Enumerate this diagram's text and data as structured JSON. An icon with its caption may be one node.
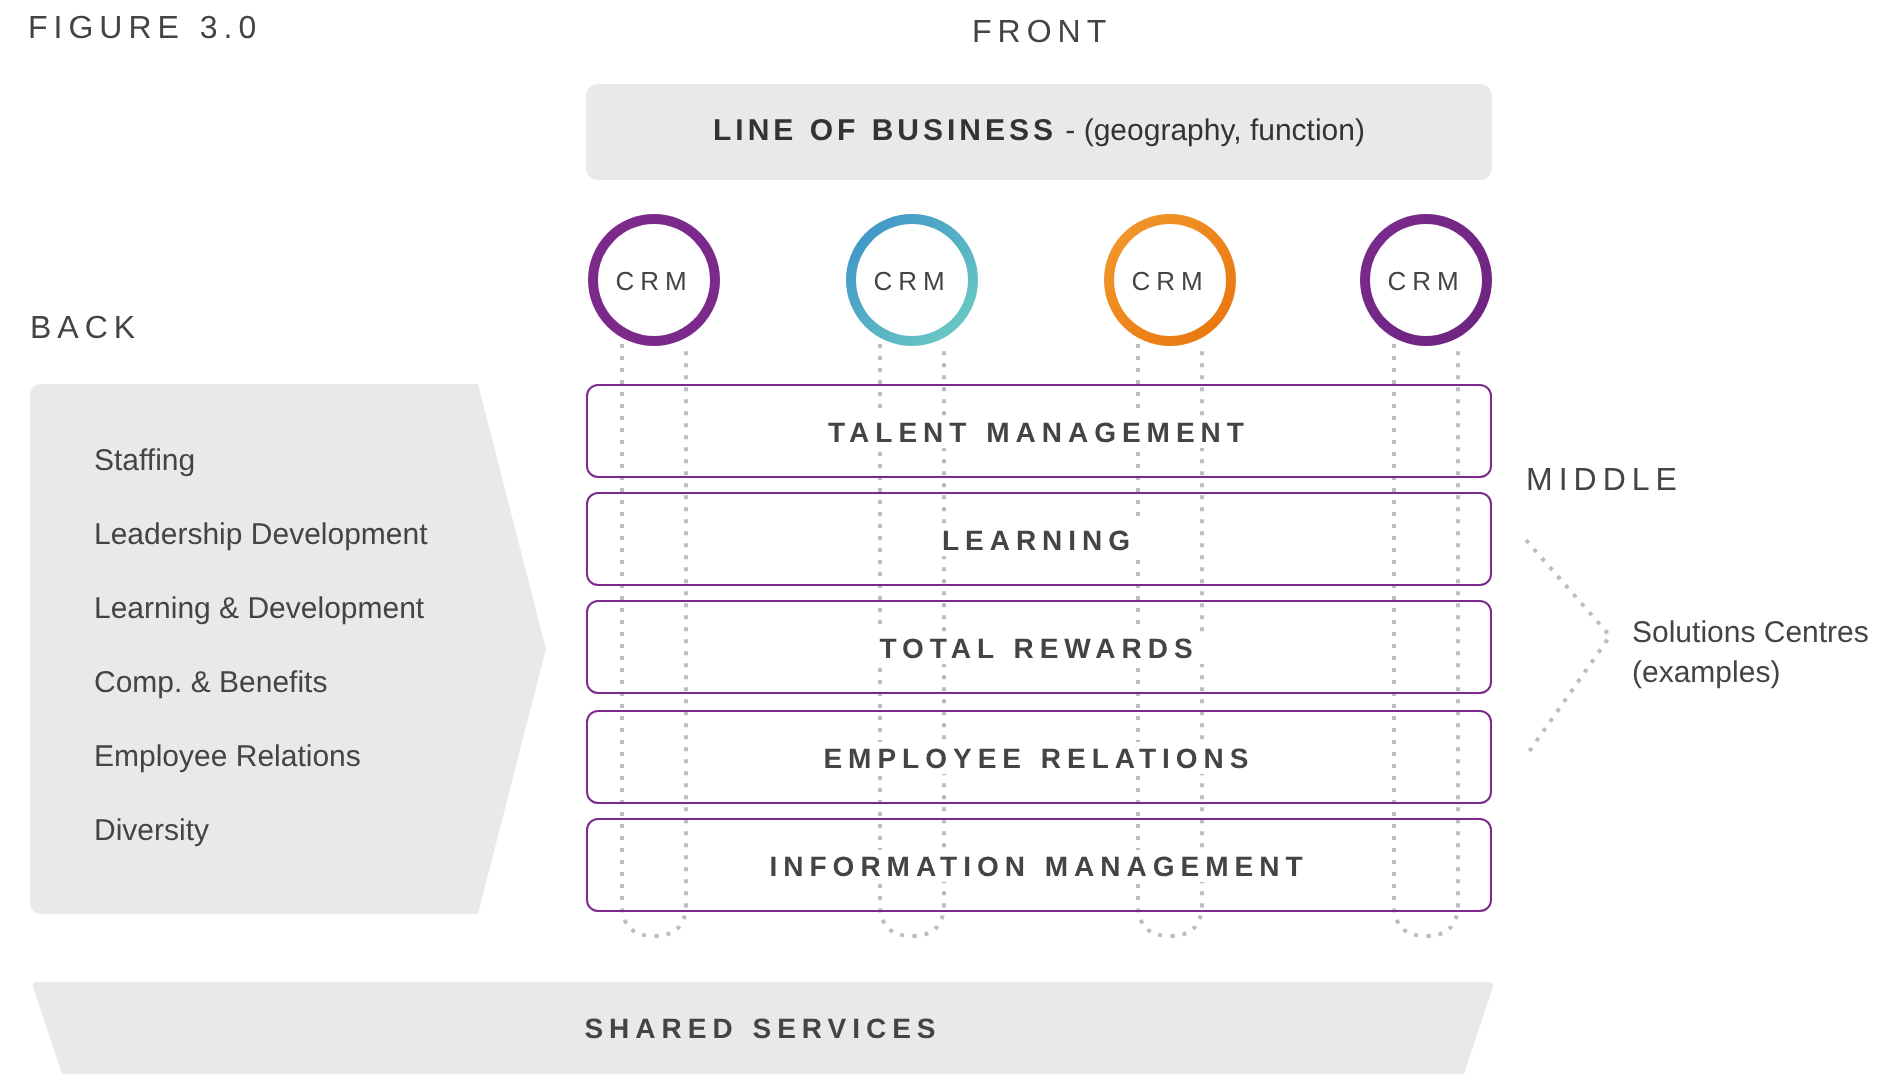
{
  "diagram": {
    "title": "FIGURE 3.0",
    "nodes": [
      {
        "text": [
          "**LINE OF BUSINESS** - (geography, function)"
        ]
      },
      {
        "text": [
          "CRM"
        ]
      },
      {
        "text": [
          "CRM"
        ]
      },
      {
        "text": [
          "CRM"
        ]
      },
      {
        "text": [
          "CRM"
        ]
      },
      {
        "text": [
          "Staffing",
          "Leadership Development",
          "Learning & Development",
          "Comp. & Benefits",
          "Employee Relations",
          "Diversity"
        ]
      },
      {
        "text": [
          "TALENT MANAGEMENT"
        ]
      },
      {
        "text": [
          "LEARNING"
        ]
      },
      {
        "text": [
          "TOTAL REWARDS"
        ]
      },
      {
        "text": [
          "EMPLOYEE RELATIONS"
        ]
      },
      {
        "text": [
          "INFORMATION MANAGEMENT"
        ]
      },
      {
        "text": [
          "SHARED SERVICES"
        ]
      }
    ],
    "labels": [
      "FRONT",
      "BACK",
      "MIDDLE",
      "Solutions Centres (examples)"
    ]
  }
}
